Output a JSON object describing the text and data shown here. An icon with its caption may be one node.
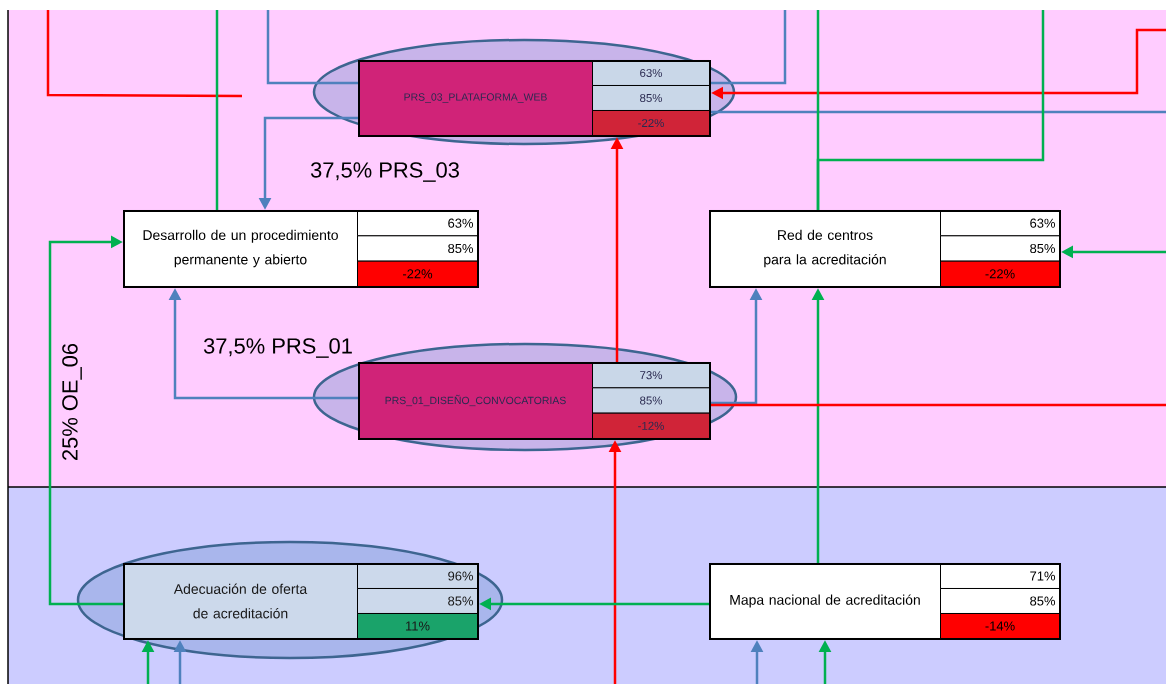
{
  "diagram": {
    "nodes": [
      {
        "text": [
          "PRS_03_PLATAFORMA_WEB",
          "63%",
          "85%",
          "-22%"
        ]
      },
      {
        "text": [
          "Desarrollo de un procedimiento permanente y abierto",
          "63%",
          "85%",
          "-22%"
        ]
      },
      {
        "text": [
          "Red de centros para la acreditación",
          "63%",
          "85%",
          "-22%"
        ]
      },
      {
        "text": [
          "PRS_01_DISEÑO_CONVOCATORIAS",
          "73%",
          "85%",
          "-12%"
        ]
      },
      {
        "text": [
          "Adecuación de  oferta de acreditación",
          "96%",
          "85%",
          "11%"
        ]
      },
      {
        "text": [
          "Mapa nacional de acreditación",
          "71%",
          "85%",
          "-14%"
        ]
      }
    ],
    "edges": [
      {
        "from": 0,
        "to": 1,
        "arrow": "to",
        "label": "37,5% PRS_03",
        "color": "#4f81bd"
      },
      {
        "from": 3,
        "to": 1,
        "arrow": "to",
        "label": "37,5% PRS_01",
        "color": "#4f81bd"
      },
      {
        "from": 3,
        "to": 0,
        "arrow": "to",
        "color": "#ff0000"
      },
      {
        "from": null,
        "to": 3,
        "arrow": "to",
        "color": "#ff0000"
      },
      {
        "from": 4,
        "to": 1,
        "arrow": "to",
        "label": "25% OE_06",
        "color": "#00b050"
      },
      {
        "from": 5,
        "to": 4,
        "arrow": "to",
        "color": "#00b050"
      },
      {
        "from": 5,
        "to": 2,
        "arrow": "to",
        "color": "#00b050"
      },
      {
        "from": 3,
        "to": 2,
        "arrow": "to",
        "color": "#4f81bd"
      },
      {
        "from": null,
        "to": 5,
        "arrow": "to",
        "color": "#4f81bd"
      },
      {
        "from": null,
        "to": 5,
        "arrow": "to",
        "color": "#00b050"
      },
      {
        "from": null,
        "to": 4,
        "arrow": "to",
        "color": "#00b050"
      },
      {
        "from": null,
        "to": 4,
        "arrow": "to",
        "color": "#4f81bd"
      },
      {
        "from": null,
        "to": 0,
        "arrow": "to",
        "color": "#ff0000"
      },
      {
        "from": 3,
        "to": null,
        "arrow": "none",
        "color": "#ff0000"
      },
      {
        "from": 0,
        "to": null,
        "arrow": "none",
        "color": "#4f81bd"
      },
      {
        "from": 0,
        "to": null,
        "arrow": "none",
        "color": "#4f81bd"
      },
      {
        "from": 0,
        "to": null,
        "arrow": "none",
        "color": "#4f81bd"
      },
      {
        "from": null,
        "to": 2,
        "arrow": "to",
        "color": "#00b050"
      },
      {
        "from": 2,
        "to": null,
        "arrow": "none",
        "color": "#00b050"
      },
      {
        "from": 2,
        "to": null,
        "arrow": "none",
        "color": "#00b050"
      },
      {
        "from": 1,
        "to": null,
        "arrow": "none",
        "color": "#00b050"
      }
    ]
  }
}
